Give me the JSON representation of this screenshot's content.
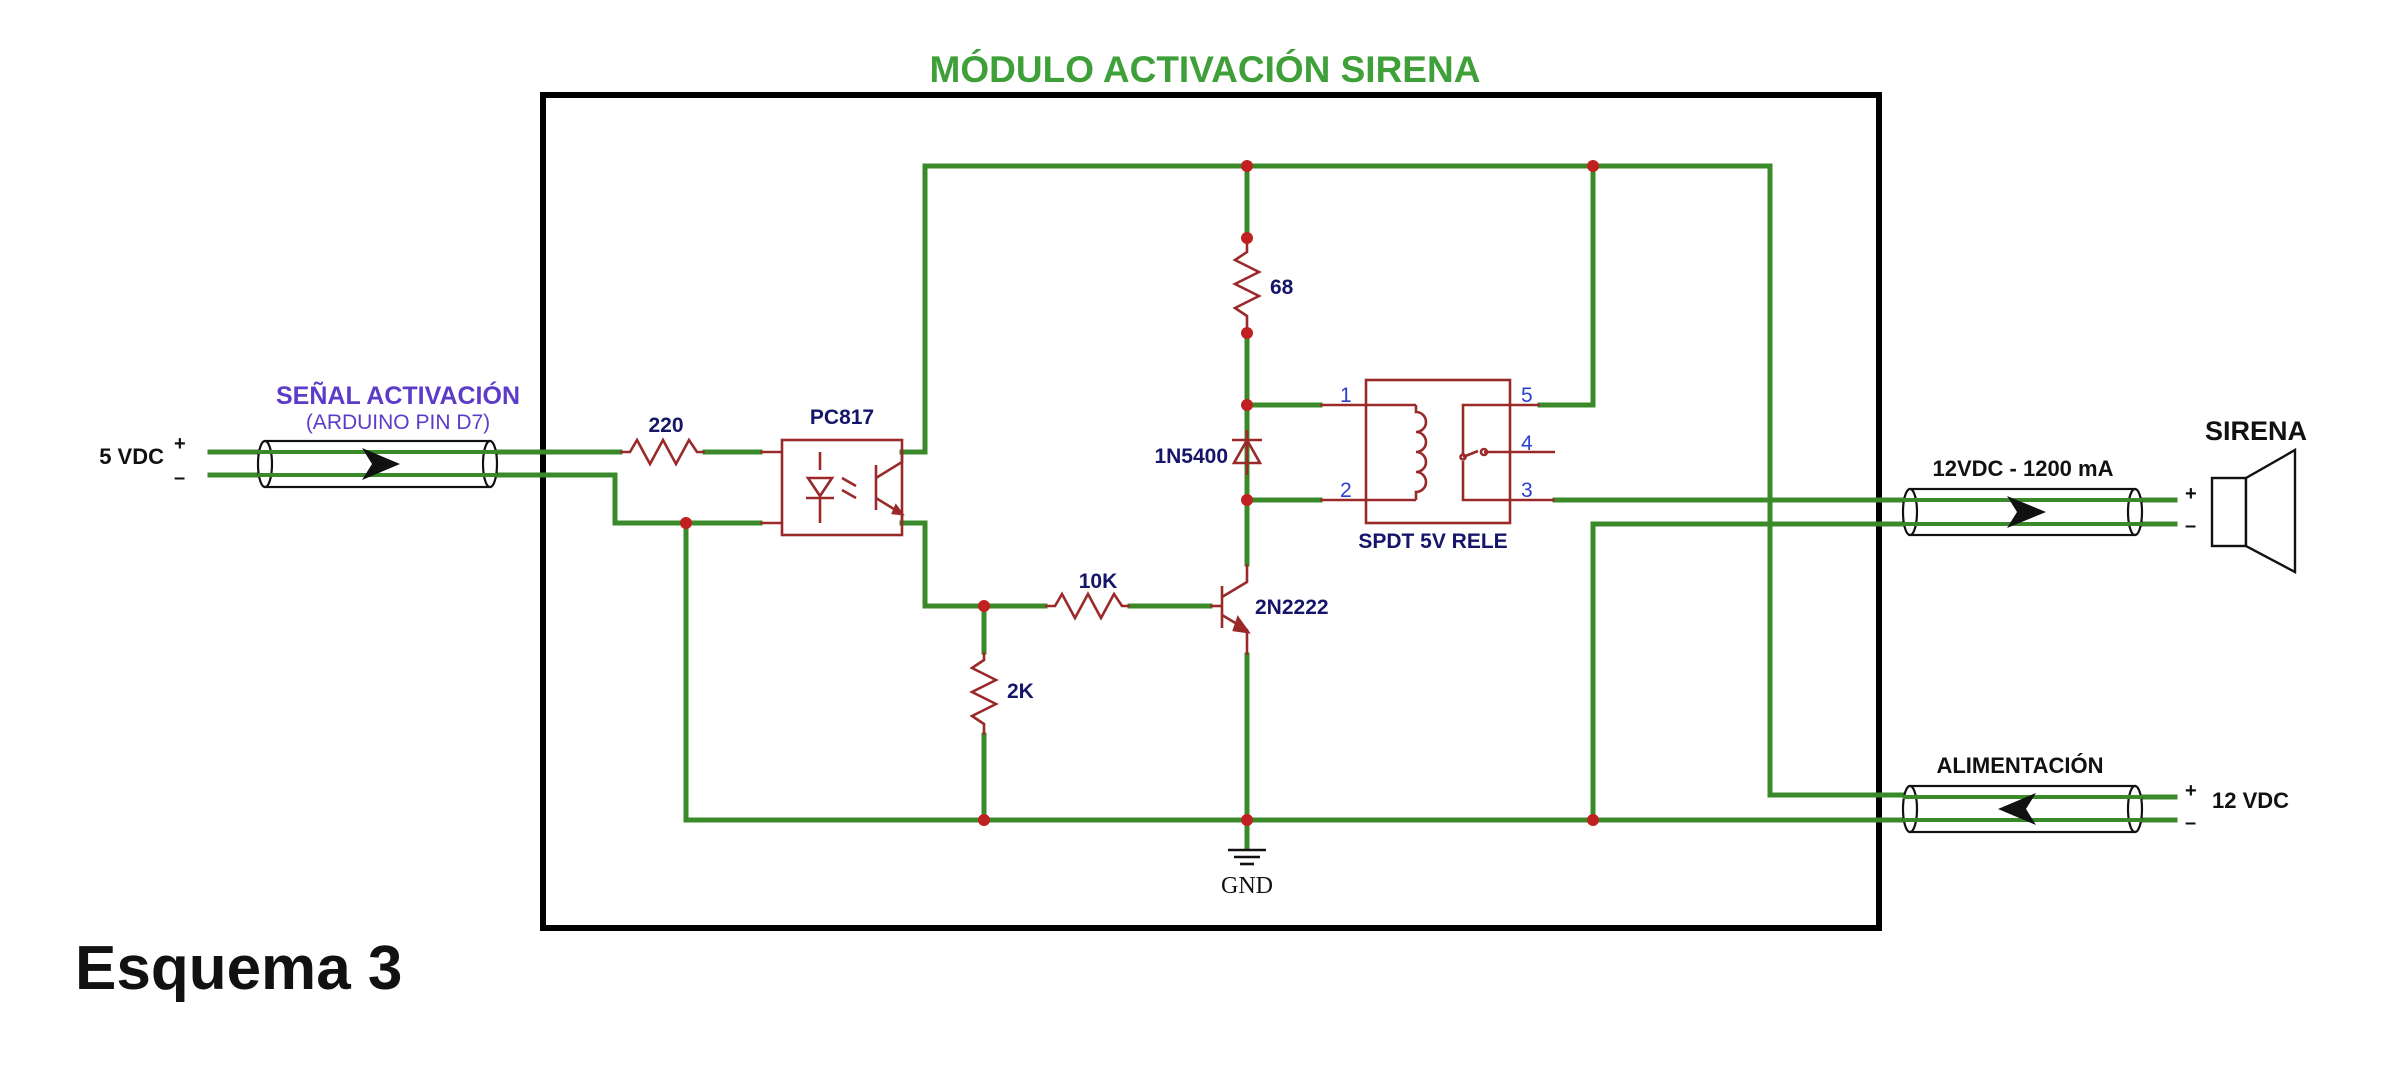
{
  "diagram": {
    "title": "MÓDULO ACTIVACIÓN SIRENA",
    "input": {
      "title": "SEÑAL ACTIVACIÓN",
      "subtitle": "(ARDUINO PIN D7)",
      "voltage": "5 VDC",
      "plus": "+",
      "minus": "–"
    },
    "components": {
      "r_input": "220",
      "optocoupler": "PC817",
      "r_collector": "68",
      "diode": "1N5400",
      "r_base": "10K",
      "r_pulldown": "2K",
      "transistor": "2N2222",
      "relay": "SPDT 5V RELE",
      "ground": "GND"
    },
    "relay_pins": [
      "1",
      "2",
      "3",
      "4",
      "5"
    ],
    "siren": {
      "label": "SIRENA",
      "cable": "12VDC - 1200 mA",
      "plus": "+",
      "minus": "–"
    },
    "power": {
      "label": "ALIMENTACIÓN",
      "voltage": "12 VDC",
      "plus": "+",
      "minus": "–"
    },
    "colors": {
      "wire": "#3a8a2a",
      "component": "#9a2a2a",
      "node": "#c02020",
      "component_label": "#15156a",
      "pin_number": "#2b3fd0",
      "title": "#3fa03a",
      "input_label": "#5b3bc8"
    }
  },
  "section_heading": "Esquema 3"
}
